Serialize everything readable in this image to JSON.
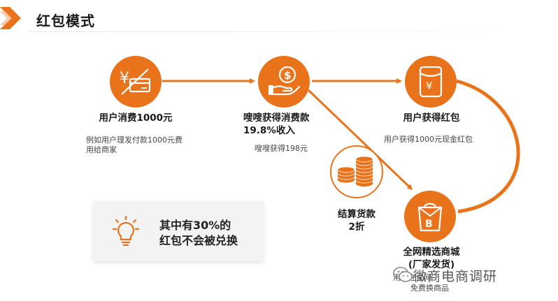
{
  "page": {
    "title": "红包模式"
  },
  "colors": {
    "accent": "#e8731b",
    "accent_light": "#f3a267"
  },
  "nodes": {
    "consume": {
      "icon": "yuan-card-icon",
      "label": "用户消费1000元",
      "desc_line1": "例如用户理发付款1000元费",
      "desc_line2": "用给商家"
    },
    "sousou": {
      "icon": "hand-coin-icon",
      "label_line1": "嗖嗖获得消费款",
      "label_line2": "19.8%收入",
      "desc": "嗖嗖获得198元"
    },
    "redpacket": {
      "icon": "phone-yuan-icon",
      "label": "用户获得红包",
      "desc": "用户获得1000元现金红包"
    },
    "mall": {
      "icon": "shopping-bag-icon",
      "label_line1": "全网精选商城",
      "label_line2": "(厂家发货)",
      "desc_line1": "用户在全网",
      "desc_line2": "免费换商品"
    },
    "settlement": {
      "icon": "coin-stack-icon",
      "label_line1": "结算货款",
      "label_line2": "2折"
    }
  },
  "callout": {
    "icon": "lightbulb-icon",
    "line1": "其中有30%的",
    "line2": "红包不会被兑换"
  },
  "watermark": {
    "text": "微商电商调研"
  }
}
